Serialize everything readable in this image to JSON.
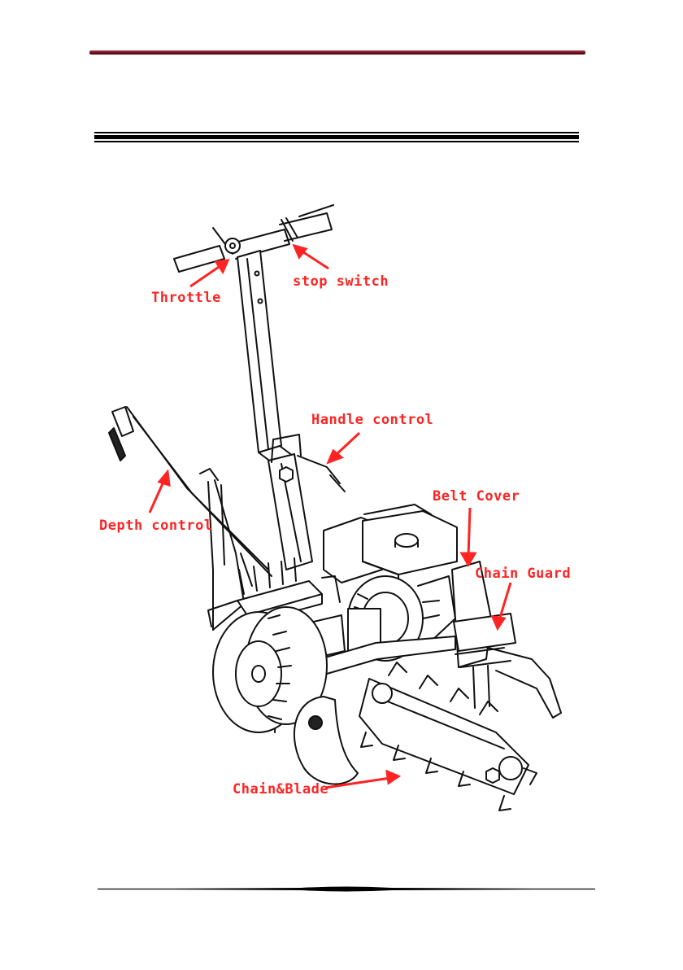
{
  "colors": {
    "header_rule": "#7a1420",
    "callout": "#ff2323",
    "ink": "#111111"
  },
  "callouts": {
    "throttle": "Throttle",
    "stop_switch": "stop switch",
    "handle_control": "Handle control",
    "belt_cover": "Belt Cover",
    "depth_control": "Depth control",
    "chain_guard": "Chain Guard",
    "chain_blade": "Chain&Blade"
  }
}
